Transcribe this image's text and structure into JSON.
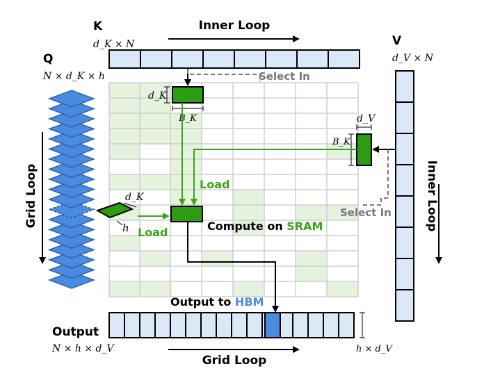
{
  "labels": {
    "k": "K",
    "k_dims": "d_K × N",
    "q": "Q",
    "q_dims": "N × d_K × h",
    "v": "V",
    "v_dims": "d_V × N",
    "inner_loop_top": "Inner Loop",
    "inner_loop_right": "Inner Loop",
    "grid_loop_left": "Grid Loop",
    "grid_loop_bottom": "Grid Loop",
    "select_in_top": "Select In",
    "select_in_right": "Select In",
    "load_top": "Load",
    "load_left": "Load",
    "compute_prefix": "Compute on ",
    "compute_sram": "SRAM",
    "output_prefix": "Output to ",
    "output_hbm": "HBM",
    "output": "Output",
    "output_dims": "N × h × d_V",
    "output_side_dims": "h × d_V",
    "dk_k": "d_K",
    "bk_k": "B_K",
    "dv_v": "d_V",
    "bk_v": "B_K",
    "dk_q": "d_K",
    "h_q": "h"
  },
  "colors": {
    "cell_fill": "#dbe8f7",
    "green": "#3aa417",
    "green_block": "#2e9c12",
    "grid_tint": "#e5f2de",
    "grid_line": "#cfcfcf",
    "blue_q": "#4a8be0",
    "hbm_blue": "#4a8be0",
    "gray": "#777777"
  }
}
